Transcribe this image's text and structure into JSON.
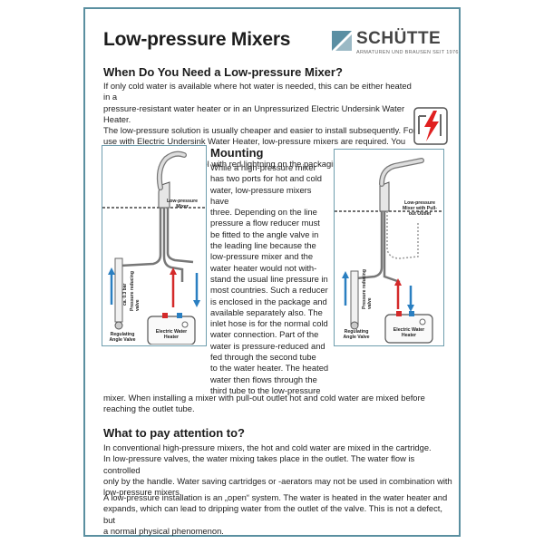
{
  "title": "Low-pressure Mixers",
  "brand": {
    "name": "SCHÜTTE",
    "tagline": "ARMATUREN UND BRAUSEN SEIT 1976",
    "accent_color": "#5a8fa0"
  },
  "section1": {
    "heading": "When Do You Need a Low-pressure Mixer?",
    "lines": [
      "If only cold water is available where hot water is needed, this can be either heated in a",
      "pressure-resistant water heater or in an Unpressurized Electric Undersink Water Heater.",
      "The low-pressure solution is usually cheaper and easier to install subsequently. For",
      "use with Electric Undersink Water Heater, low-pressure mixers are required. You can",
      "recognize them by a symbol with red lightning on the packaging."
    ]
  },
  "mounting": {
    "heading": "Mounting",
    "lines": [
      "While a high-pressure mixer",
      "has two ports for hot and cold",
      "water, low-pressure mixers have",
      "three. Depending on the line",
      "pressure a flow reducer must",
      "be fitted to the angle valve in",
      "the leading line because the",
      "low-pressure mixer and the",
      "water heater would not with-",
      "stand the usual line pressure in",
      "most countries. Such a reducer",
      "is enclosed in the package and",
      "available separately also. The",
      "inlet hose is for the normal cold",
      "water connection. Part of the",
      "water is pressure-reduced and",
      "fed through the second tube",
      "to the water heater. The heated",
      "water then flows  through the",
      "third tube to the low-pressure"
    ],
    "tail_lines": [
      "mixer. When installing a mixer with pull-out outlet hot and cold water are mixed before",
      "reaching the outlet tube."
    ]
  },
  "diagram_left": {
    "mixer_label": "Low-pressure Mixer",
    "reducer_label": "Pressure reducing valve",
    "pressure_label": "ca. 0.3 bar",
    "valve_label": "Regulating Angle Valve",
    "heater_label": "Electric Water Heater"
  },
  "diagram_right": {
    "mixer_label": "Low-pressure Mixer with Pull-out Outlet",
    "reducer_label": "Pressure reducing valve",
    "valve_label": "Regulating Angle Valve",
    "heater_label": "Electric Water Heater"
  },
  "section3": {
    "heading": "What to pay attention to?",
    "para1": [
      "In conventional high-pressure mixers, the hot and cold water are mixed in the cartridge.",
      "In low-pressure valves, the water mixing takes place in the outlet. The water flow is controlled",
      "only by the handle. Water saving cartridges or -aerators may not be used in combination with",
      "low-pressure mixers."
    ],
    "para2": [
      "A low-pressure installation is an „open“ system. The water is heated in the water heater and",
      "expands, which can lead to dripping water from the outlet of the valve. This is not a defect, but",
      "a normal physical phenomenon."
    ]
  }
}
